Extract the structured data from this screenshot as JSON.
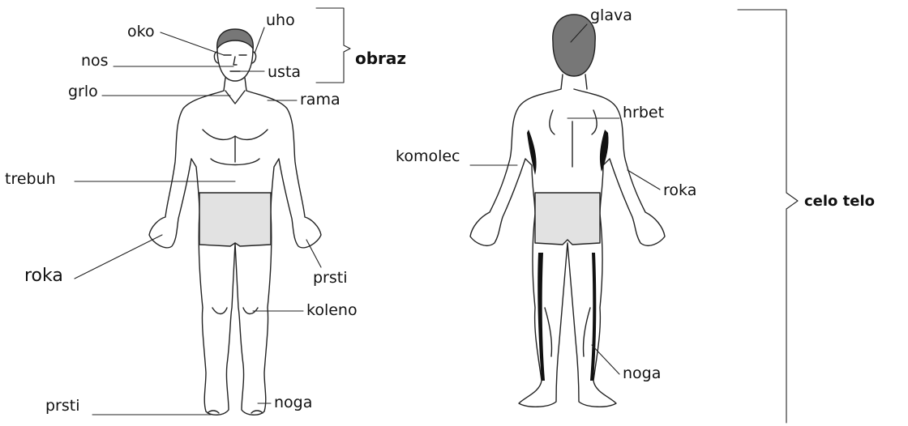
{
  "front_labels": {
    "oko": "oko",
    "uho": "uho",
    "nos": "nos",
    "usta": "usta",
    "grlo": "grlo",
    "rama": "rama",
    "trebuh": "trebuh",
    "roka": "roka",
    "prsti_hand": "prsti",
    "koleno": "koleno",
    "prsti_foot": "prsti",
    "noga": "noga"
  },
  "back_labels": {
    "glava": "glava",
    "hrbet": "hrbet",
    "komolec": "komolec",
    "roka": "roka",
    "noga": "noga"
  },
  "groups": {
    "obraz": "obraz",
    "celo_telo": "celo telo"
  },
  "colors": {
    "line": "#222222",
    "hair": "#777777",
    "shorts": "#e2e2e2",
    "shadow": "#111111"
  }
}
